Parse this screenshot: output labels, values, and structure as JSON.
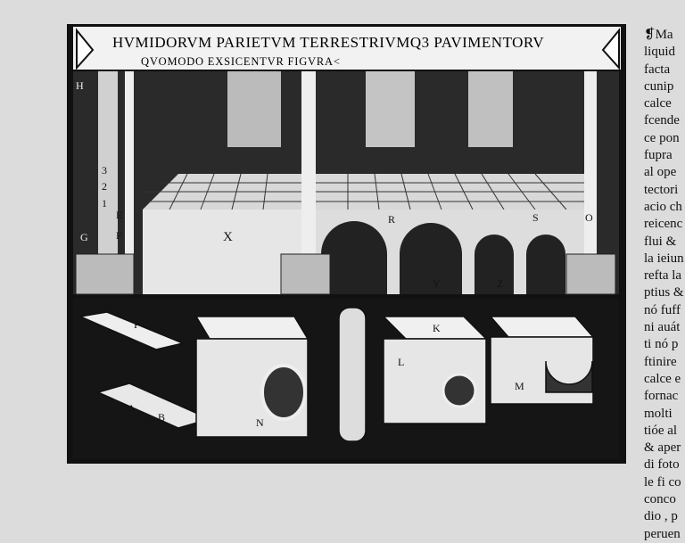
{
  "woodcut": {
    "title_line1": "HVMIDORVM PARIETVM TERRESTRIVMQ3 PAVIMENTORV",
    "title_line2": "QVOMODO EXSICENTVR FIGVRA<",
    "labels": {
      "h": "H",
      "n3": "3",
      "n2": "2",
      "n1": "1",
      "e": "E",
      "f": "F",
      "g": "G",
      "a": "A",
      "b": "B",
      "x": "X",
      "r": "R",
      "y": "Y",
      "z": "Z",
      "s": "S",
      "o": "O",
      "p": "P",
      "k": "K",
      "l": "L",
      "m": "M",
      "n": "N"
    }
  },
  "right_column": {
    "lines": [
      "❡Ma",
      "liquid",
      "facta",
      "cunip",
      "calce",
      "fcende",
      "ce pon",
      "fupra",
      "al ope",
      "tectori",
      "acio ch",
      "reicenc",
      "flui &",
      "la ieiun",
      "refta la",
      "ptius &",
      "nó fuff",
      "ni auát",
      "ti nó p",
      "ftinire",
      "calce e",
      "fornac",
      "molti",
      "tióe al",
      "& aper",
      "di foto",
      "le fi co",
      "conco",
      "dio , p",
      "peruen"
    ]
  }
}
